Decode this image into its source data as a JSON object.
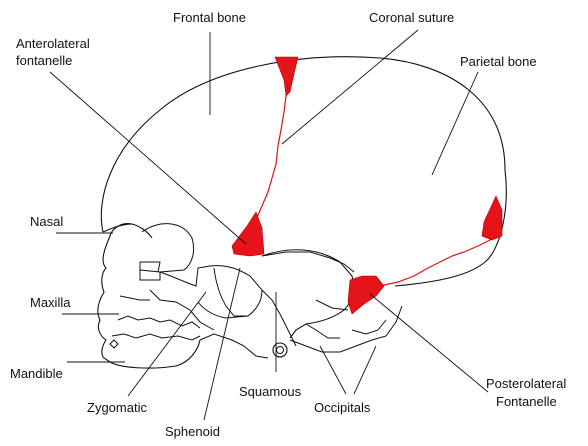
{
  "labels": {
    "frontal_bone": "Frontal bone",
    "coronal_suture": "Coronal suture",
    "anterolateral_fontanelle_line1": "Anterolateral",
    "anterolateral_fontanelle_line2": "fontanelle",
    "parietal_bone": "Parietal bone",
    "nasal": "Nasal",
    "maxilla": "Maxilla",
    "mandible": "Mandible",
    "zygomatic": "Zygomatic",
    "sphenoid": "Sphenoid",
    "squamous": "Squamous",
    "occipitals": "Occipitals",
    "posterolateral_fontanelle_line1": "Posterolateral",
    "posterolateral_fontanelle_line2": "Fontanelle"
  },
  "colors": {
    "outline": "#111111",
    "suture": "#e01010",
    "fontanelle": "#e5141a",
    "background": "#ffffff"
  }
}
